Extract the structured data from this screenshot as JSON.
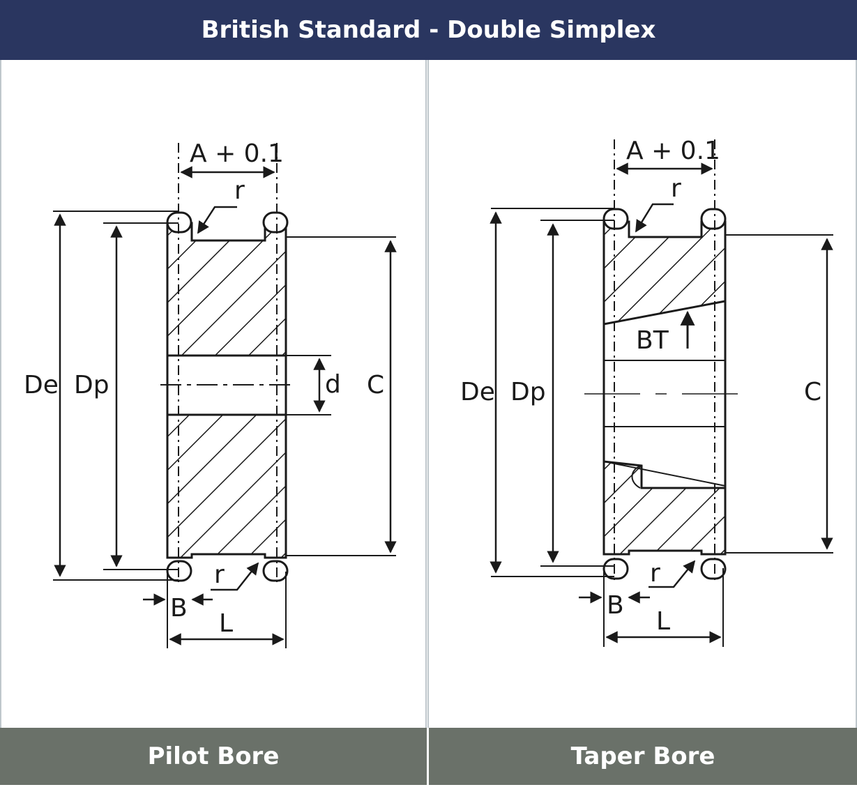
{
  "header": {
    "title": "British Standard - Double Simplex"
  },
  "footer": {
    "left_label": "Pilot Bore",
    "right_label": "Taper Bore"
  },
  "colors": {
    "header_bg": "#2a3660",
    "footer_bg": "#6a7169",
    "line": "#1a1a1a"
  },
  "labels": {
    "width": "A + 0.1",
    "radius": "r",
    "outer_diameter": "De",
    "pitch_diameter": "Dp",
    "hub_diameter": "C",
    "bore": "d",
    "tooth_width": "B",
    "length": "L",
    "taper_bush": "BT"
  }
}
